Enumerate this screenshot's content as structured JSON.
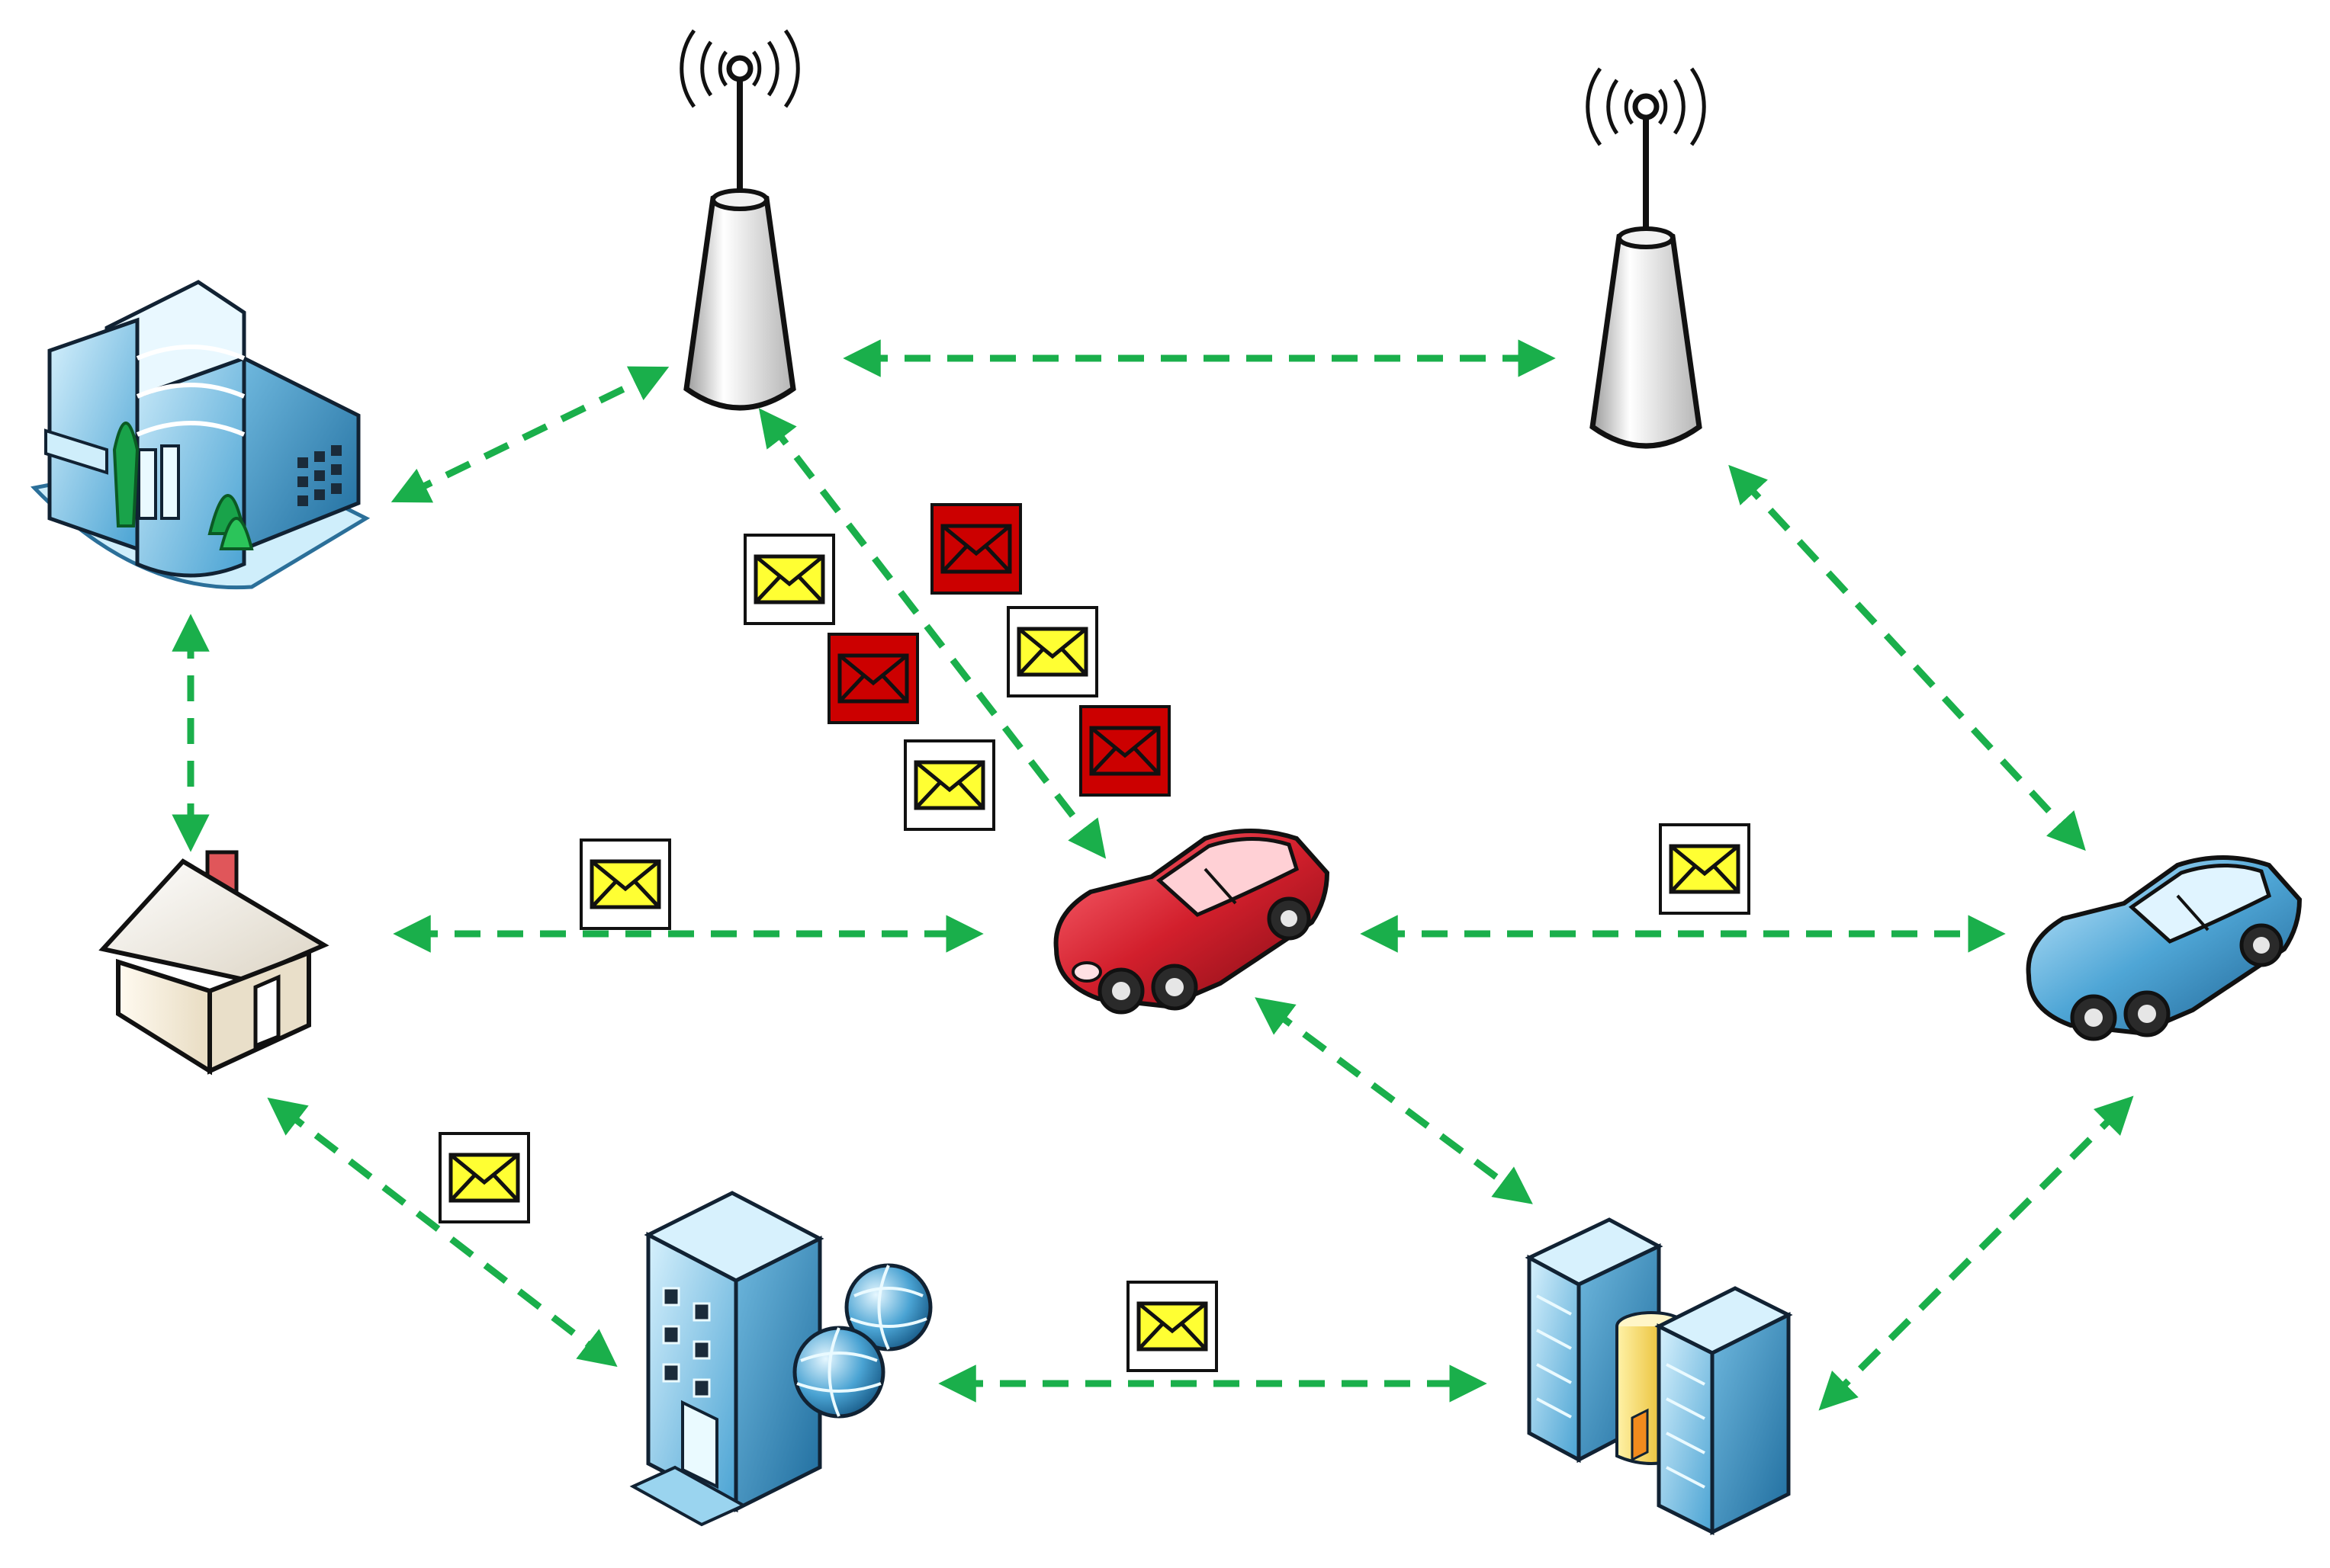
{
  "diagram": {
    "type": "vehicular communication network",
    "colors": {
      "link": "#1aaf4b",
      "background": "#ffffff",
      "message_normal": "#ffff33",
      "message_malicious": "#cc0000",
      "vehicle_attacker": "#d21f2c",
      "vehicle_victim": "#4fa6d6",
      "building": "#7cc8ea",
      "antenna": "#e6e6e6"
    },
    "nodes": [
      {
        "id": "office-building",
        "icon": "office-building-icon"
      },
      {
        "id": "tower-left",
        "icon": "cell-tower-icon"
      },
      {
        "id": "tower-right",
        "icon": "cell-tower-icon"
      },
      {
        "id": "house",
        "icon": "house-icon"
      },
      {
        "id": "red-car",
        "icon": "car-icon",
        "role": "attacker"
      },
      {
        "id": "blue-car",
        "icon": "car-icon",
        "role": "victim"
      },
      {
        "id": "web-server",
        "icon": "web-server-icon"
      },
      {
        "id": "data-center",
        "icon": "server-rack-icon"
      }
    ],
    "links": [
      {
        "from": "tower-left",
        "to": "tower-right"
      },
      {
        "from": "office-building",
        "to": "tower-left"
      },
      {
        "from": "tower-left",
        "to": "red-car"
      },
      {
        "from": "tower-right",
        "to": "blue-car"
      },
      {
        "from": "office-building",
        "to": "house"
      },
      {
        "from": "house",
        "to": "red-car"
      },
      {
        "from": "red-car",
        "to": "blue-car"
      },
      {
        "from": "house",
        "to": "web-server"
      },
      {
        "from": "web-server",
        "to": "data-center"
      },
      {
        "from": "red-car",
        "to": "data-center"
      },
      {
        "from": "data-center",
        "to": "blue-car"
      }
    ],
    "messages": [
      {
        "kind": "normal",
        "link": "tower-left-red-car"
      },
      {
        "kind": "normal",
        "link": "tower-left-red-car"
      },
      {
        "kind": "normal",
        "link": "tower-left-red-car"
      },
      {
        "kind": "malicious",
        "link": "tower-left-red-car"
      },
      {
        "kind": "malicious",
        "link": "tower-left-red-car"
      },
      {
        "kind": "malicious",
        "link": "tower-left-red-car"
      },
      {
        "kind": "normal",
        "link": "house-red-car"
      },
      {
        "kind": "normal",
        "link": "red-car-blue-car"
      },
      {
        "kind": "normal",
        "link": "house-web-server"
      },
      {
        "kind": "normal",
        "link": "web-server-data-center"
      }
    ]
  }
}
